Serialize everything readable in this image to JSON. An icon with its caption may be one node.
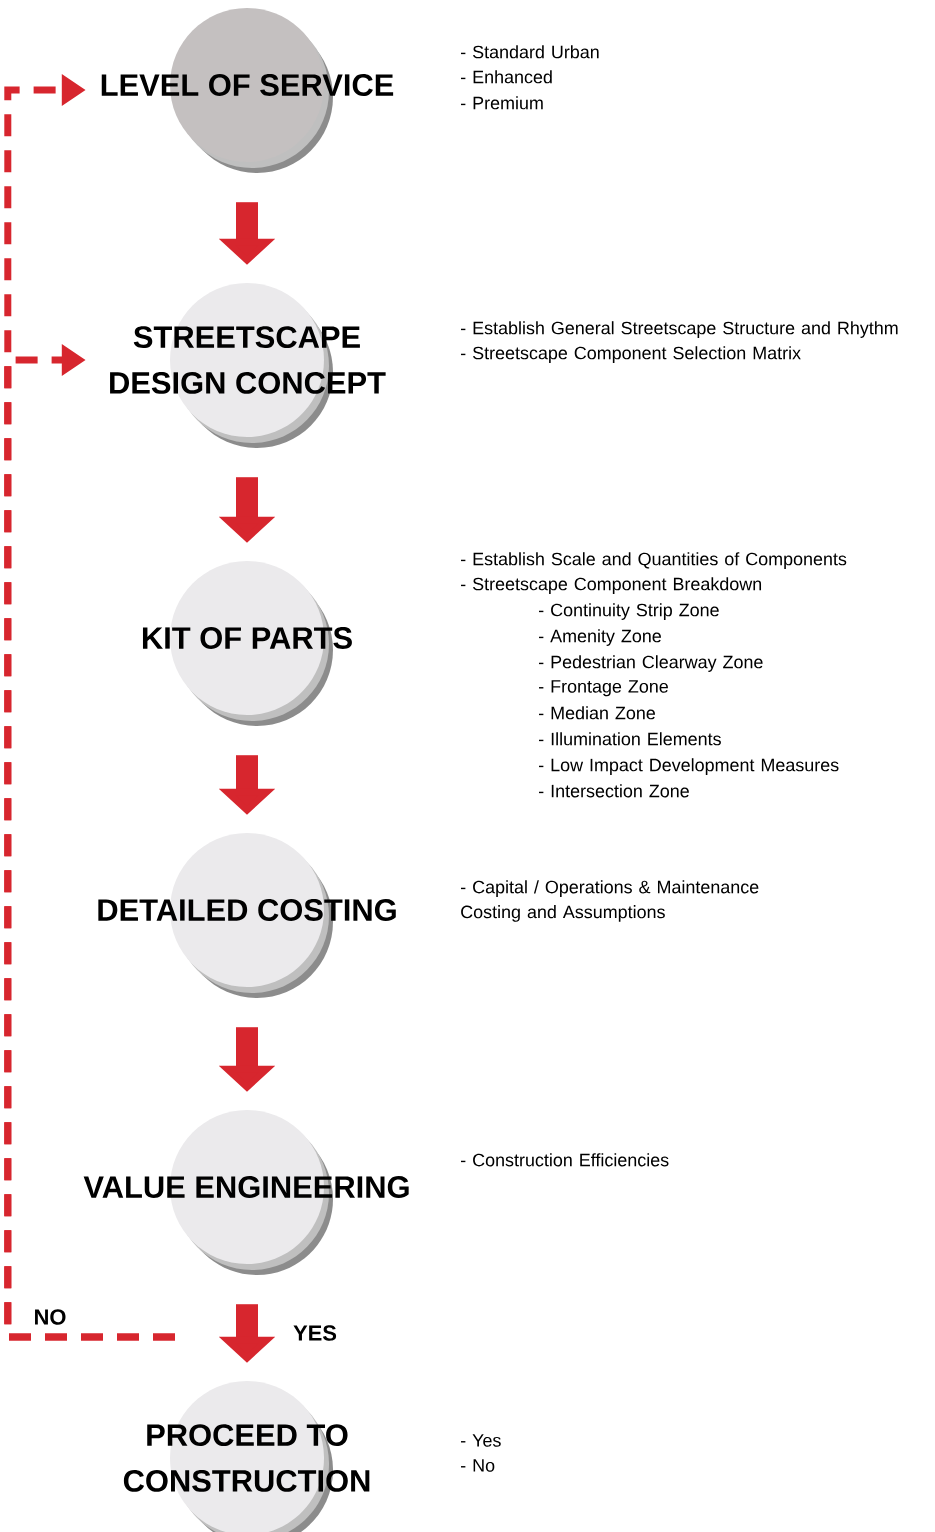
{
  "diagram": {
    "nodes": [
      {
        "text": [
          "LEVEL OF SERVICE"
        ],
        "beside": [
          "- Standard Urban",
          "- Enhanced",
          "- Premium"
        ]
      },
      {
        "text": [
          "STREETSCAPE DESIGN CONCEPT"
        ],
        "beside": [
          "- Establish General Streetscape Structure and Rhythm",
          "- Streetscape Component Selection Matrix"
        ]
      },
      {
        "text": [
          "KIT OF PARTS"
        ],
        "beside": [
          "- Establish Scale and Quantities of Components",
          "- Streetscape Component Breakdown",
          "- Continuity Strip Zone",
          "- Amenity Zone",
          "- Pedestrian Clearway Zone",
          "- Frontage Zone",
          "- Median Zone",
          "- Illumination Elements",
          "- Low Impact Development Measures",
          "- Intersection Zone"
        ]
      },
      {
        "text": [
          "DETAILED COSTING"
        ]
      },
      {
        "text": [
          "VALUE ENGINEERING"
        ]
      },
      {
        "text": [
          "PROCEED TO CONSTRUCTION"
        ],
        "beside": [
          "- Yes",
          "- No"
        ]
      }
    ],
    "edges": [
      {
        "from": 0,
        "to": 1,
        "arrow": "to"
      },
      {
        "from": 1,
        "to": 2,
        "arrow": "to"
      },
      {
        "from": 2,
        "to": 3,
        "arrow": "to"
      },
      {
        "from": 3,
        "to": 4,
        "arrow": "to"
      },
      {
        "from": 4,
        "to": 5,
        "arrow": "to",
        "label": "YES"
      },
      {
        "from": null,
        "to": 0,
        "arrow": "to",
        "label": "NO",
        "style": "dashed"
      },
      {
        "from": null,
        "to": 1,
        "arrow": "to",
        "style": "dashed"
      }
    ],
    "labels": [
      "- Capital / Operations & Maintenance Costing and Assumptions",
      "- Construction Efficiencies"
    ]
  }
}
